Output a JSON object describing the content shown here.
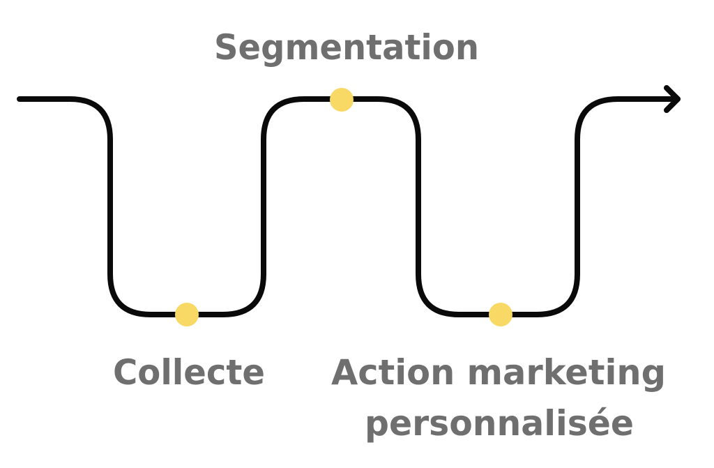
{
  "diagram": {
    "title": "",
    "path_color": "#0a0a0a",
    "marker_color": "#f8d966",
    "label_color": "#6f6f6f",
    "steps": [
      {
        "label": "Collecte"
      },
      {
        "label": "Segmentation"
      },
      {
        "label": "Action marketing",
        "label_line2": "personnalisée"
      }
    ]
  }
}
